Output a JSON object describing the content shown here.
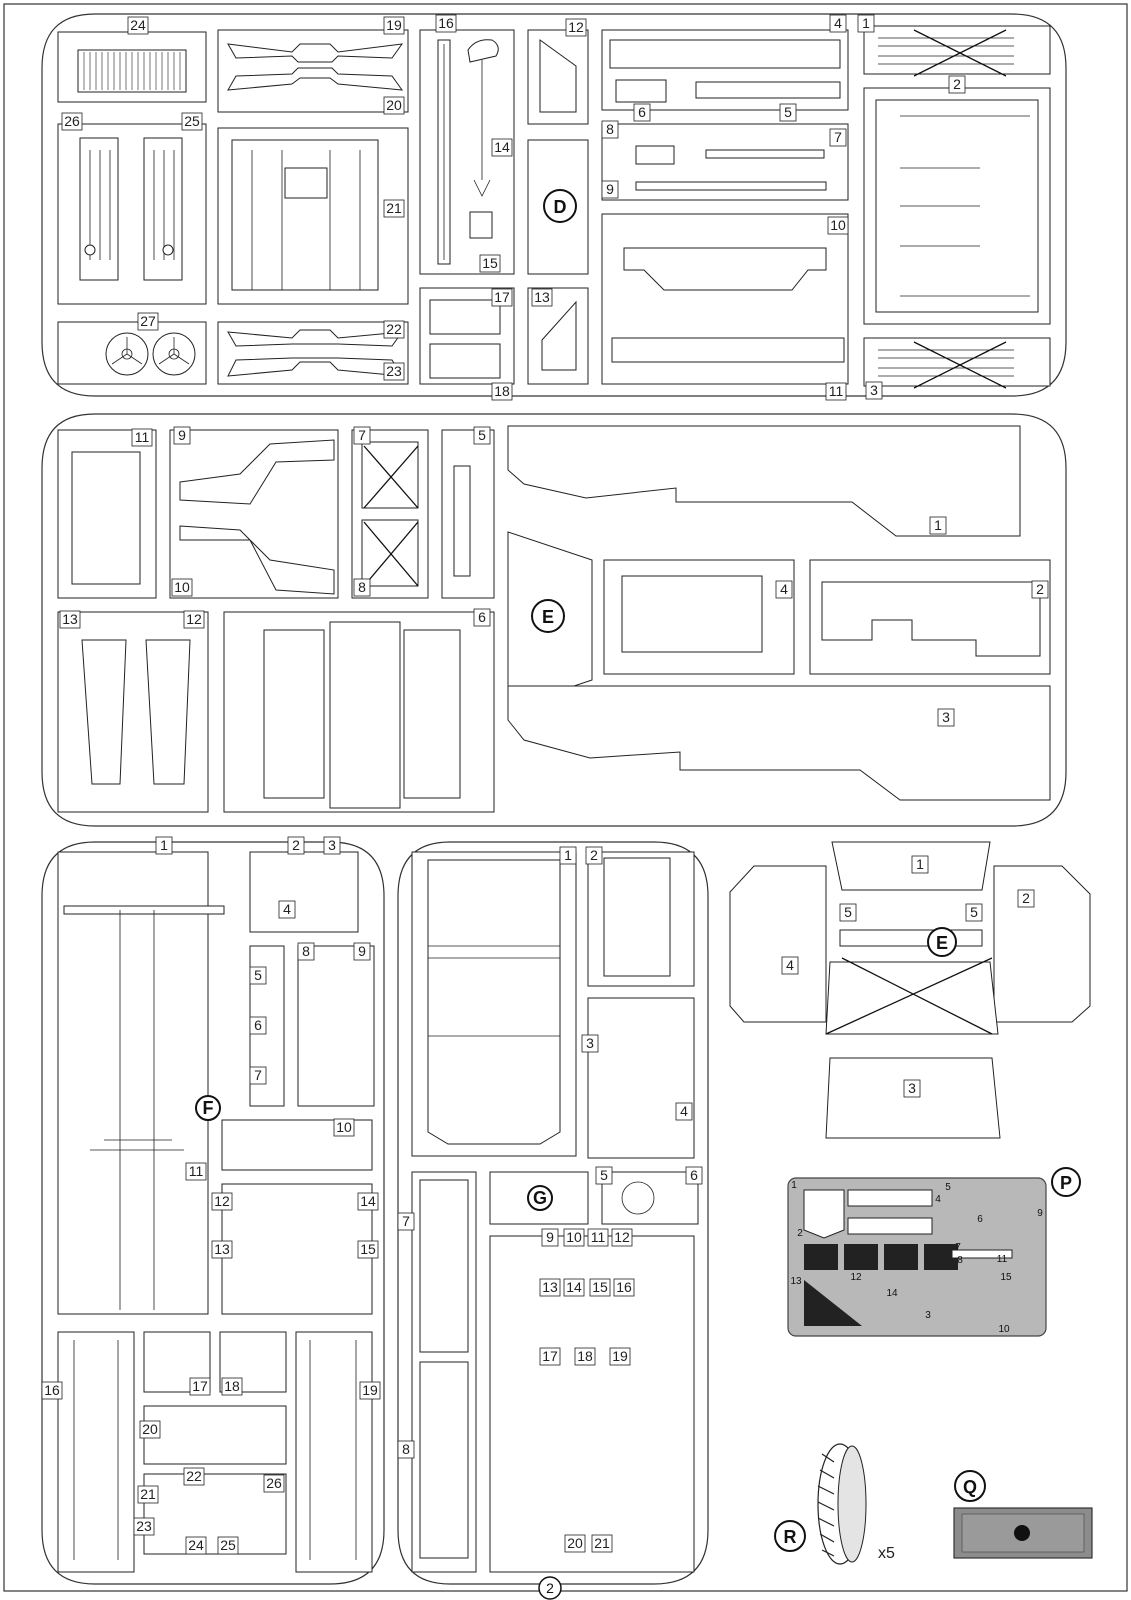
{
  "page_number": "2",
  "sprues": [
    {
      "id": "sprue-D",
      "letter": "D",
      "part_numbers": [
        "1",
        "2",
        "3",
        "4",
        "5",
        "6",
        "7",
        "8",
        "9",
        "10",
        "11",
        "12",
        "13",
        "14",
        "15",
        "16",
        "17",
        "18",
        "19",
        "20",
        "21",
        "22",
        "23",
        "24",
        "25",
        "26",
        "27"
      ]
    },
    {
      "id": "sprue-E-upper",
      "letter": "E",
      "part_numbers": [
        "1",
        "2",
        "3",
        "4",
        "5",
        "6",
        "7",
        "8",
        "9",
        "10",
        "11",
        "12",
        "13"
      ]
    },
    {
      "id": "sprue-F",
      "letter": "F",
      "part_numbers": [
        "1",
        "2",
        "3",
        "4",
        "5",
        "6",
        "7",
        "8",
        "9",
        "10",
        "11",
        "12",
        "13",
        "14",
        "15",
        "16",
        "17",
        "18",
        "19",
        "20",
        "21",
        "22",
        "23",
        "24",
        "25",
        "26"
      ]
    },
    {
      "id": "sprue-G",
      "letter": "G",
      "part_numbers": [
        "1",
        "2",
        "3",
        "4",
        "5",
        "6",
        "7",
        "8",
        "9",
        "10",
        "11",
        "12",
        "13",
        "14",
        "15",
        "16",
        "17",
        "18",
        "19",
        "20",
        "21"
      ]
    },
    {
      "id": "sprue-E-clear",
      "letter": "E",
      "part_numbers": [
        "1",
        "2",
        "3",
        "4",
        "5",
        "5"
      ]
    }
  ],
  "photoetch": {
    "letter": "P",
    "part_numbers": [
      "1",
      "2",
      "3",
      "4",
      "5",
      "6",
      "7",
      "8",
      "9",
      "10",
      "11",
      "12",
      "13",
      "14",
      "15"
    ]
  },
  "mesh_part": {
    "letter": "Q"
  },
  "tire": {
    "letter": "R",
    "quantity": "x5"
  }
}
